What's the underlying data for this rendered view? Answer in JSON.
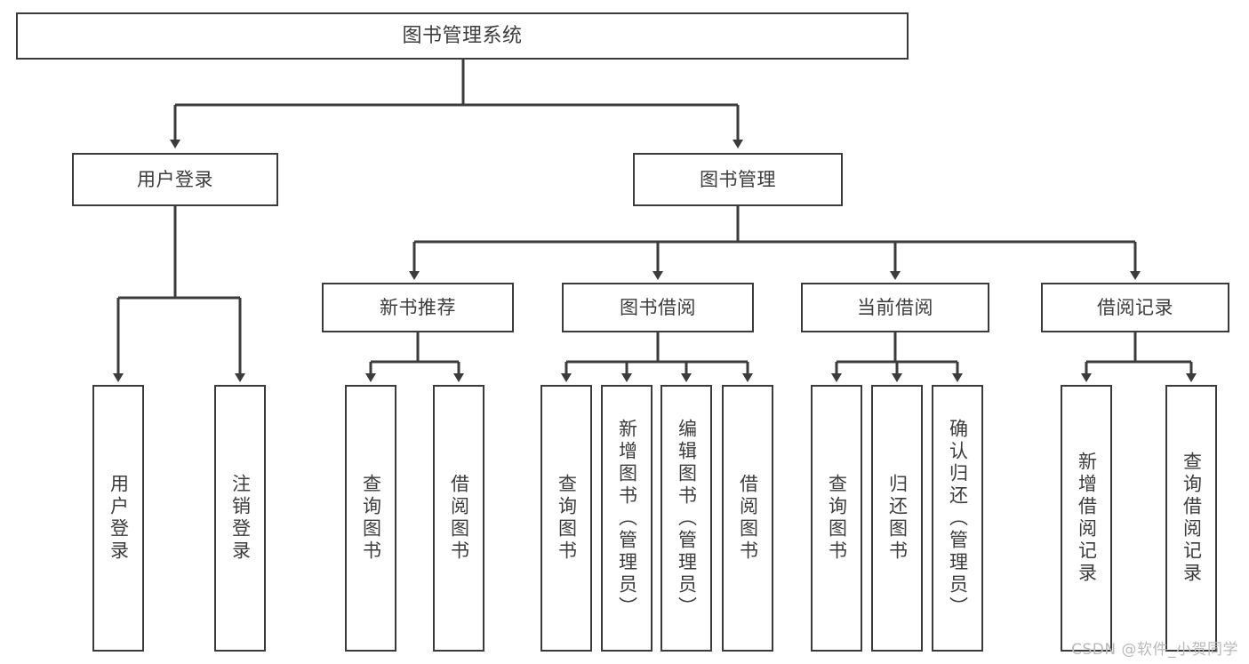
{
  "diagram": {
    "title": "图书管理系统",
    "type": "tree",
    "root": {
      "label": "图书管理系统"
    },
    "level2": [
      {
        "label": "用户登录"
      },
      {
        "label": "图书管理"
      }
    ],
    "level3": [
      {
        "label": "新书推荐"
      },
      {
        "label": "图书借阅"
      },
      {
        "label": "当前借阅"
      },
      {
        "label": "借阅记录"
      }
    ],
    "leaves": {
      "user_login": [
        {
          "label": "用户登录"
        },
        {
          "label": "注销登录"
        }
      ],
      "new_book_recommend": [
        {
          "label": "查询图书"
        },
        {
          "label": "借阅图书"
        }
      ],
      "book_borrow": [
        {
          "label": "查询图书"
        },
        {
          "label": "新增图书（管理员）"
        },
        {
          "label": "编辑图书（管理员）"
        },
        {
          "label": "借阅图书"
        }
      ],
      "current_borrow": [
        {
          "label": "查询图书"
        },
        {
          "label": "归还图书"
        },
        {
          "label": "确认归还（管理员）"
        }
      ],
      "borrow_record": [
        {
          "label": "新增借阅记录"
        },
        {
          "label": "查询借阅记录"
        }
      ]
    }
  },
  "watermark": {
    "text": "CSDN @软件_小贺同学"
  },
  "colors": {
    "stroke": "#3b3b3b",
    "text": "#3c3c3c",
    "background": "#ffffff",
    "watermark": "#b9b9b9"
  }
}
